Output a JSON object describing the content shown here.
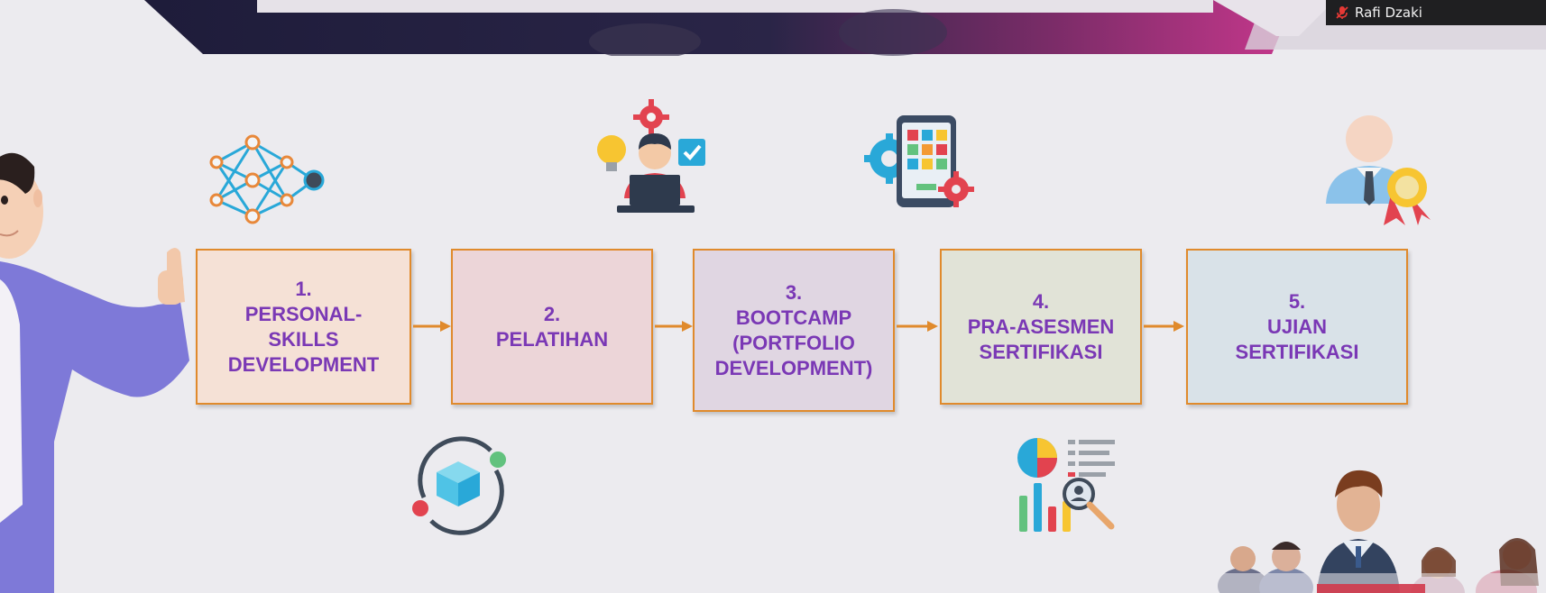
{
  "meeting": {
    "participant_name": "Rafi Dzaki",
    "mic_status_icon": "mic-muted-icon"
  },
  "flow": {
    "steps": [
      {
        "label": "1.\nPERSONAL-\nSKILLS\nDEVELOPMENT",
        "color": "#f5e1d6"
      },
      {
        "label": "2.\nPELATIHAN",
        "color": "#ecd5d8"
      },
      {
        "label": "3.\nBOOTCAMP\n(PORTFOLIO\nDEVELOPMENT)",
        "color": "#e0d6e2"
      },
      {
        "label": "4.\nPRA-ASESMEN\nSERTIFIKASI",
        "color": "#e1e3d7"
      },
      {
        "label": "5.\nUJIAN\nSERTIFIKASI",
        "color": "#d9e2e8"
      }
    ],
    "accent_color": "#e08a2c",
    "text_color": "#7a38b5"
  },
  "icons": [
    "neural-network-icon",
    "person-laptop-icon",
    "mobile-app-gear-icon",
    "certified-person-icon",
    "cube-cycle-icon",
    "analytics-chart-icon"
  ]
}
